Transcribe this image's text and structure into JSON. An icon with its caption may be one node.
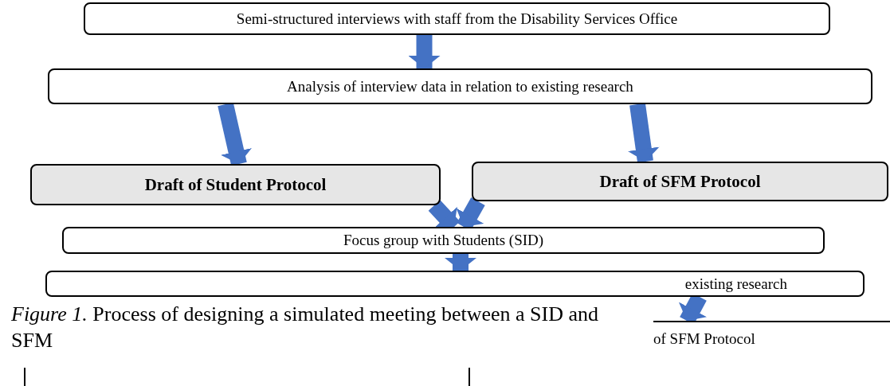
{
  "diagram": {
    "caption": "*Figure 1.* Process of designing a simulated meeting between a SID and SFM",
    "nodes": [
      {
        "text": [
          "Semi-structured interviews with staff from the Disability Services Office"
        ]
      },
      {
        "text": [
          "Analysis of interview data in relation to existing research"
        ]
      },
      {
        "text": [
          "Draft of Student Protocol"
        ]
      },
      {
        "text": [
          "Draft of SFM Protocol"
        ]
      },
      {
        "text": [
          "Focus group with Students (SID)"
        ]
      },
      {
        "text": [
          "existing research"
        ]
      },
      {
        "text": [
          "of SFM Protocol"
        ]
      },
      {
        "text": [],
        "shape": "box"
      }
    ],
    "edges": [
      {
        "from": 0,
        "to": 1,
        "arrow": "to"
      },
      {
        "from": 1,
        "to": 2,
        "arrow": "to"
      },
      {
        "from": 1,
        "to": 3,
        "arrow": "to"
      },
      {
        "from": 2,
        "to": 4,
        "arrow": "to"
      },
      {
        "from": 3,
        "to": 4,
        "arrow": "to"
      },
      {
        "from": 4,
        "to": 5,
        "arrow": "to"
      },
      {
        "from": 5,
        "to": 6,
        "arrow": "to"
      }
    ]
  }
}
